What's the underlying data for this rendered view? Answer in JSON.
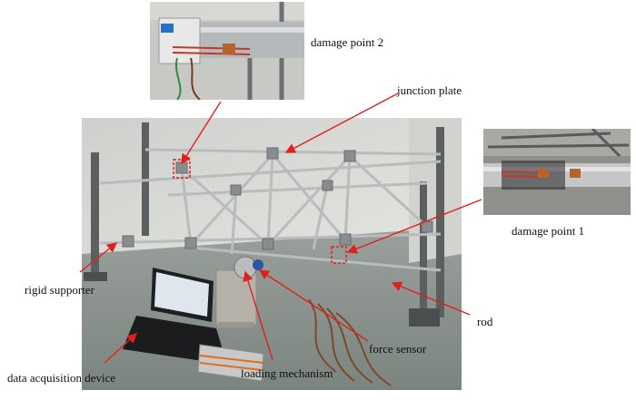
{
  "labels": {
    "damage_point_2": "damage point 2",
    "junction_plate": "junction plate",
    "damage_point_1": "damage point 1",
    "rigid_supporter": "rigid supporter",
    "rod": "rod",
    "force_sensor": "force sensor",
    "data_acquisition_device": "data acquisition device",
    "loading_mechanism": "loading mechanism"
  },
  "colors": {
    "annotation_arrow": "#e0201c",
    "damage_box": "#e0201c",
    "wall": "#d9d9d6",
    "floor": "#8d9591",
    "steel": "#5c5f60",
    "rod": "#b9bcbe"
  },
  "icons": {
    "laptop": "laptop-icon",
    "loading_mechanism": "loading-device-icon"
  }
}
